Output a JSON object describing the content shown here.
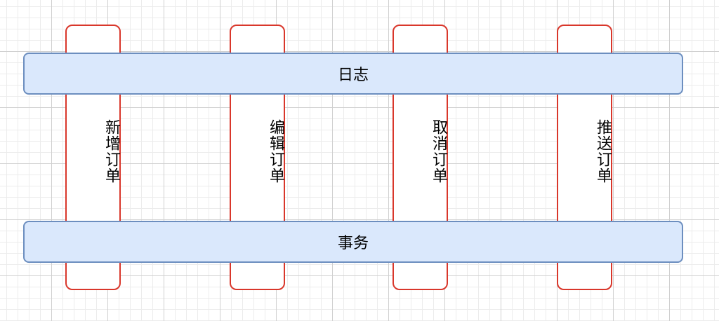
{
  "diagram": {
    "bands": {
      "log": "日志",
      "transaction": "事务"
    },
    "operations": [
      {
        "label": "新增订单"
      },
      {
        "label": "编辑订单"
      },
      {
        "label": "取消订单"
      },
      {
        "label": "推送订单"
      }
    ]
  },
  "colors": {
    "pillar_border": "#d9372b",
    "band_fill": "#dae8fc",
    "band_border": "#6c8ebf",
    "grid_major": "#d0d0d0",
    "grid_minor": "#ececec"
  }
}
